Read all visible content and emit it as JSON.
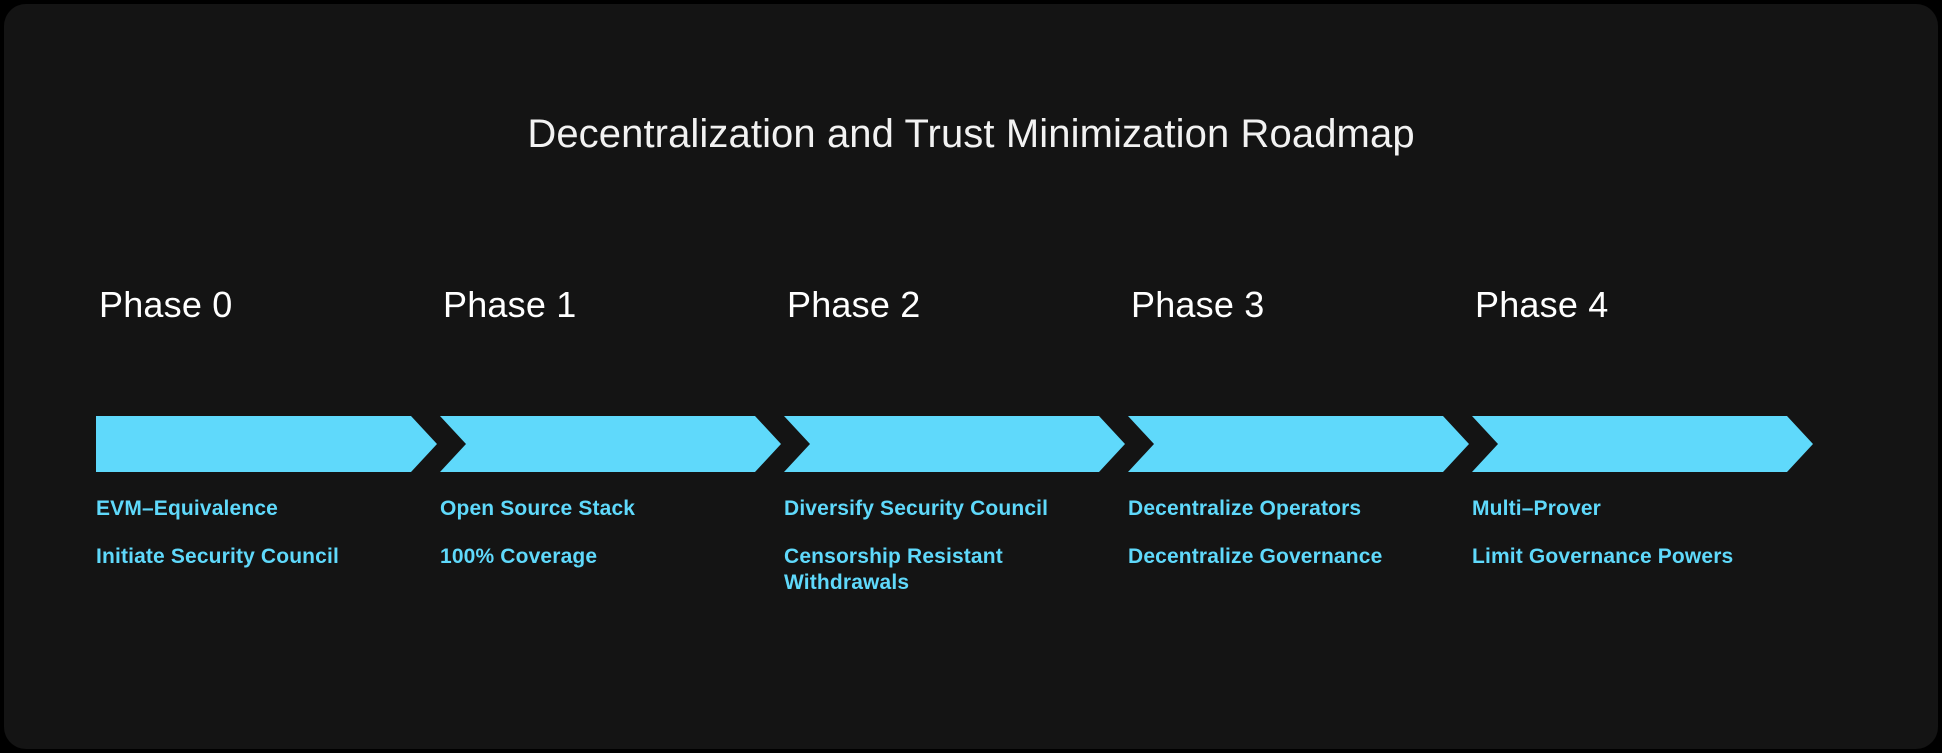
{
  "theme": {
    "page_background": "#000000",
    "card_background": "#141414",
    "accent": "#5fd9fb",
    "title_color": "#f2f2f2",
    "phase_label_color": "#ffffff"
  },
  "title": "Decentralization and Trust Minimization Roadmap",
  "phases": [
    {
      "label": "Phase 0",
      "arrow_style": "first",
      "items": [
        "EVM–Equivalence",
        "Initiate Security Council"
      ]
    },
    {
      "label": "Phase 1",
      "arrow_style": "chev",
      "items": [
        "Open Source Stack",
        "100% Coverage"
      ]
    },
    {
      "label": "Phase 2",
      "arrow_style": "chev",
      "items": [
        "Diversify Security Council",
        "Censorship Resistant Withdrawals"
      ]
    },
    {
      "label": "Phase 3",
      "arrow_style": "chev",
      "items": [
        "Decentralize Operators",
        "Decentralize Governance"
      ]
    },
    {
      "label": "Phase 4",
      "arrow_style": "chev",
      "items": [
        "Multi–Prover",
        "Limit Governance Powers"
      ]
    }
  ]
}
